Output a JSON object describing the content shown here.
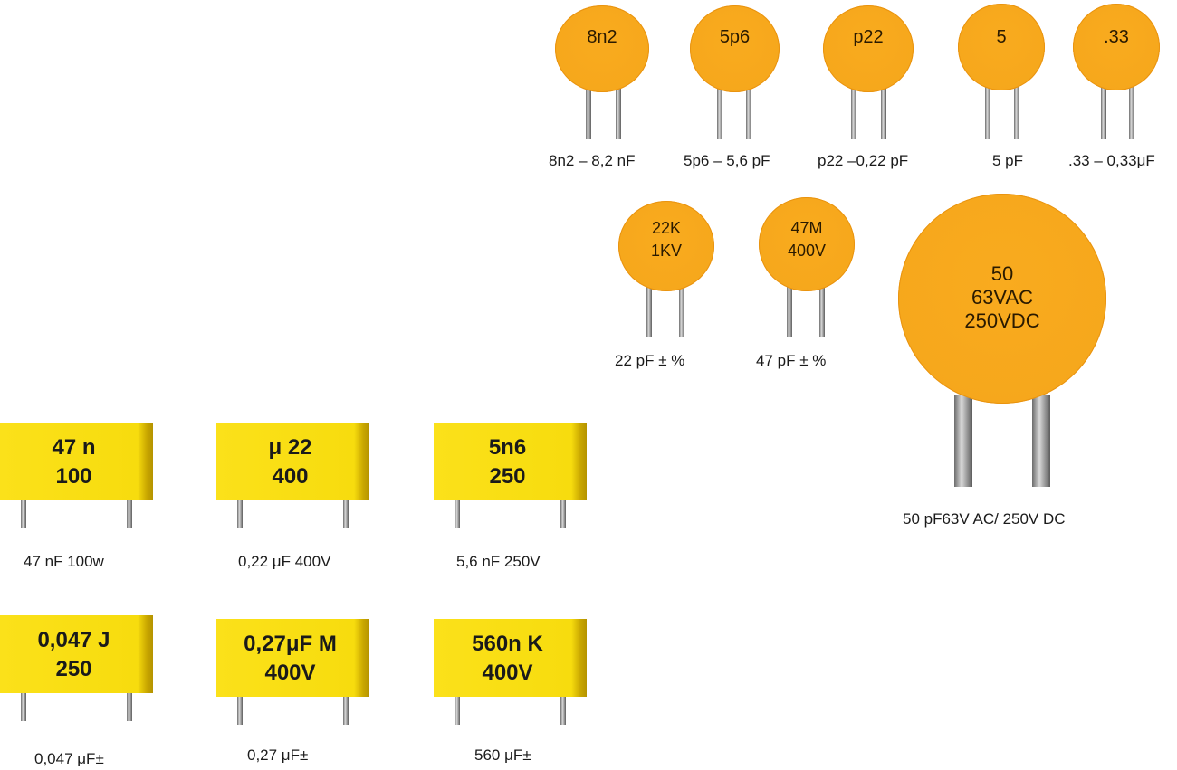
{
  "ceramic_discs": [
    {
      "marking": "8n2",
      "label": "8n2 – 8,2 nF"
    },
    {
      "marking": "5p6",
      "label": "5p6 – 5,6 pF"
    },
    {
      "marking": "p22",
      "label": "p22 –0,22 pF"
    },
    {
      "marking": "5",
      "label": "5 pF"
    },
    {
      "marking": ".33",
      "label": ".33 – 0,33μF"
    },
    {
      "marking": "22K\n1KV",
      "label": "22 pF ± %"
    },
    {
      "marking": "47M\n400V",
      "label": "47 pF ± %"
    },
    {
      "marking": "50\n63VAC\n250VDC",
      "label": "50 pF63V AC/ 250V DC"
    }
  ],
  "film_boxes": [
    {
      "marking": "47 n\n100",
      "label": "47 nF 100w"
    },
    {
      "marking": "μ 22\n400",
      "label": "0,22 μF 400V"
    },
    {
      "marking": "5n6\n250",
      "label": "5,6 nF 250V"
    },
    {
      "marking": "0,047 J\n250",
      "label": "0,047 μF±"
    },
    {
      "marking": "0,27μF M\n400V",
      "label": "0,27 μF±"
    },
    {
      "marking": "560n K\n400V",
      "label": "560 μF±"
    }
  ],
  "colors": {
    "disc": "#f6a71c",
    "film_box": "#f7dc0e",
    "lead": "#9a9a9a"
  }
}
